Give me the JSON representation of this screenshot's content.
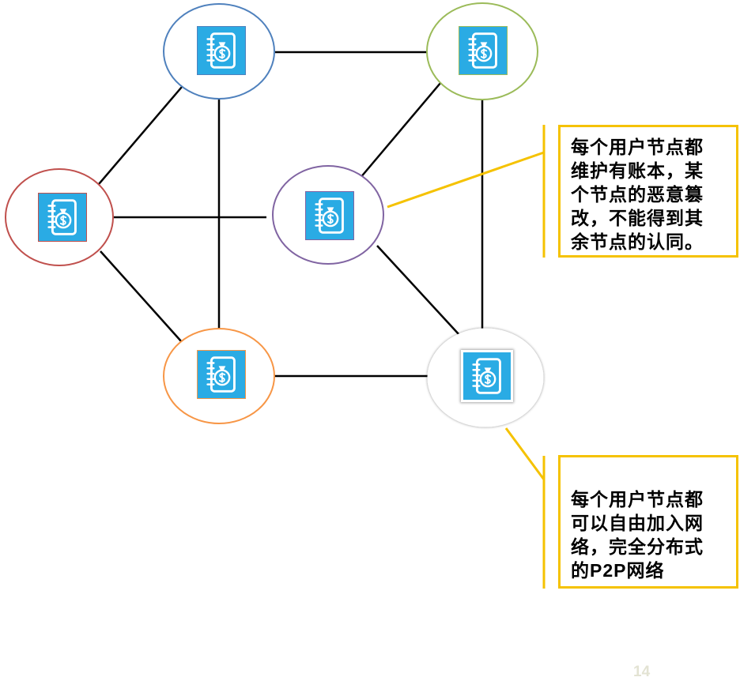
{
  "diagram": {
    "nodes": [
      {
        "icon": "ledger-icon",
        "stroke_color": "#4f81bd"
      },
      {
        "icon": "ledger-icon",
        "stroke_color": "#9bbb59"
      },
      {
        "icon": "ledger-icon",
        "stroke_color": "#c0504d"
      },
      {
        "icon": "ledger-icon",
        "stroke_color": "#8064a2"
      },
      {
        "icon": "ledger-icon",
        "stroke_color": "#f79646"
      },
      {
        "icon": "ledger-icon",
        "stroke_color": "#ffffff"
      }
    ],
    "edge_color": "#000000",
    "icon_background": "#2aabe4"
  },
  "callouts": [
    {
      "lines": [
        "每个用户节点都",
        "维护有账本，某",
        "个节点的恶意篡",
        "改，不能得到其",
        "余节点的认同。"
      ]
    },
    {
      "lines": [
        "每个用户节点都",
        "可以自由加入网",
        "络，完全分布式",
        "的P2P网络"
      ]
    }
  ],
  "page_number": "14",
  "colors": {
    "callout_border": "#f5c200",
    "page_number": "#e3e3d3"
  }
}
